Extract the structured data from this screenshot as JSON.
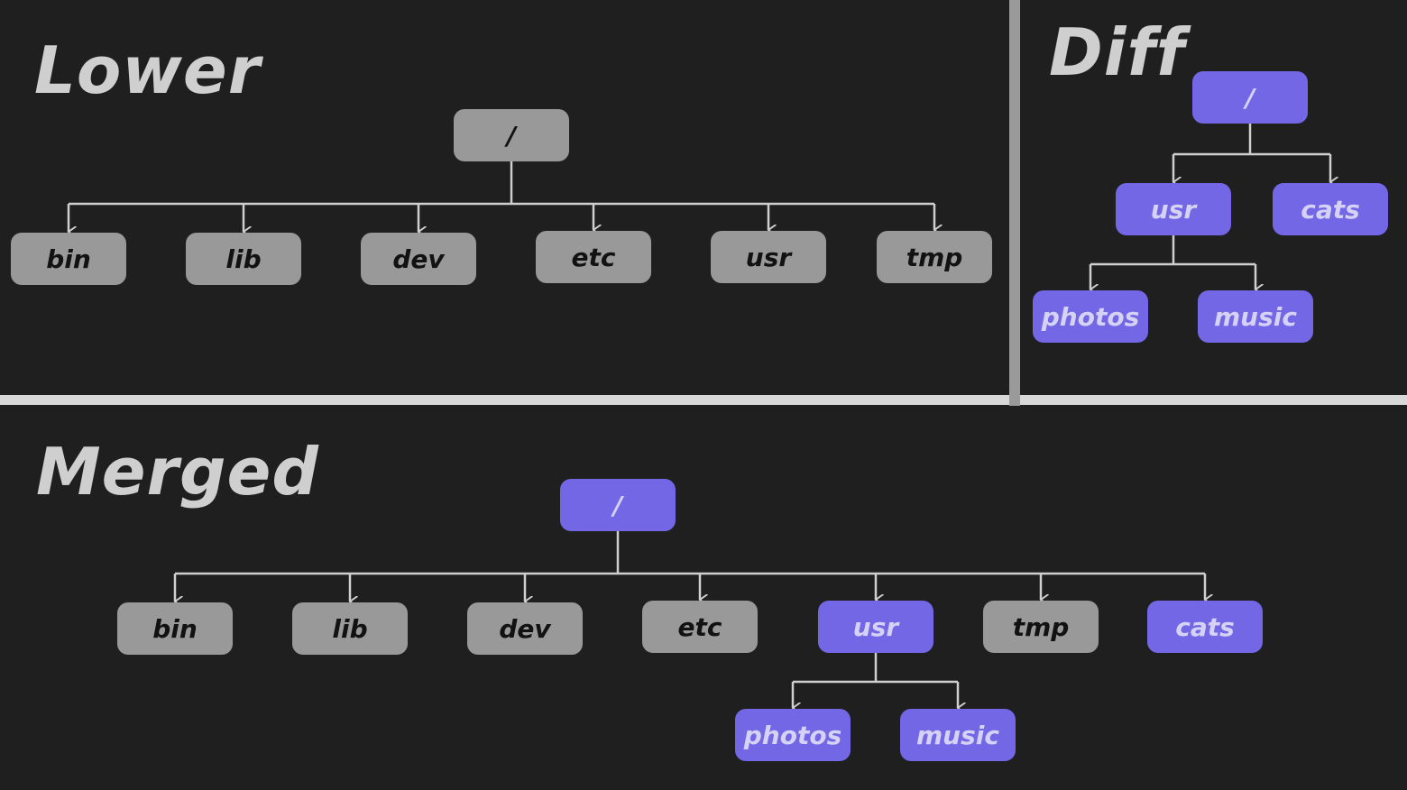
{
  "colors": {
    "background": "#1f1f1f",
    "lower_node": "#999999",
    "upper_node": "#7367e6",
    "edge": "#cfcfcf"
  },
  "sections": {
    "lower": {
      "title": "Lower",
      "root": {
        "label": "/",
        "layer": "lower"
      },
      "children": [
        {
          "label": "bin",
          "layer": "lower"
        },
        {
          "label": "lib",
          "layer": "lower"
        },
        {
          "label": "dev",
          "layer": "lower"
        },
        {
          "label": "etc",
          "layer": "lower"
        },
        {
          "label": "usr",
          "layer": "lower"
        },
        {
          "label": "tmp",
          "layer": "lower"
        }
      ]
    },
    "diff": {
      "title": "Diff",
      "root": {
        "label": "/",
        "layer": "upper"
      },
      "children": [
        {
          "label": "usr",
          "layer": "upper"
        },
        {
          "label": "cats",
          "layer": "upper"
        }
      ],
      "usr_children": [
        {
          "label": "photos",
          "layer": "upper"
        },
        {
          "label": "music",
          "layer": "upper"
        }
      ]
    },
    "merged": {
      "title": "Merged",
      "root": {
        "label": "/",
        "layer": "upper"
      },
      "children": [
        {
          "label": "bin",
          "layer": "lower"
        },
        {
          "label": "lib",
          "layer": "lower"
        },
        {
          "label": "dev",
          "layer": "lower"
        },
        {
          "label": "etc",
          "layer": "lower"
        },
        {
          "label": "usr",
          "layer": "upper"
        },
        {
          "label": "tmp",
          "layer": "lower"
        },
        {
          "label": "cats",
          "layer": "upper"
        }
      ],
      "usr_children": [
        {
          "label": "photos",
          "layer": "upper"
        },
        {
          "label": "music",
          "layer": "upper"
        }
      ]
    }
  }
}
